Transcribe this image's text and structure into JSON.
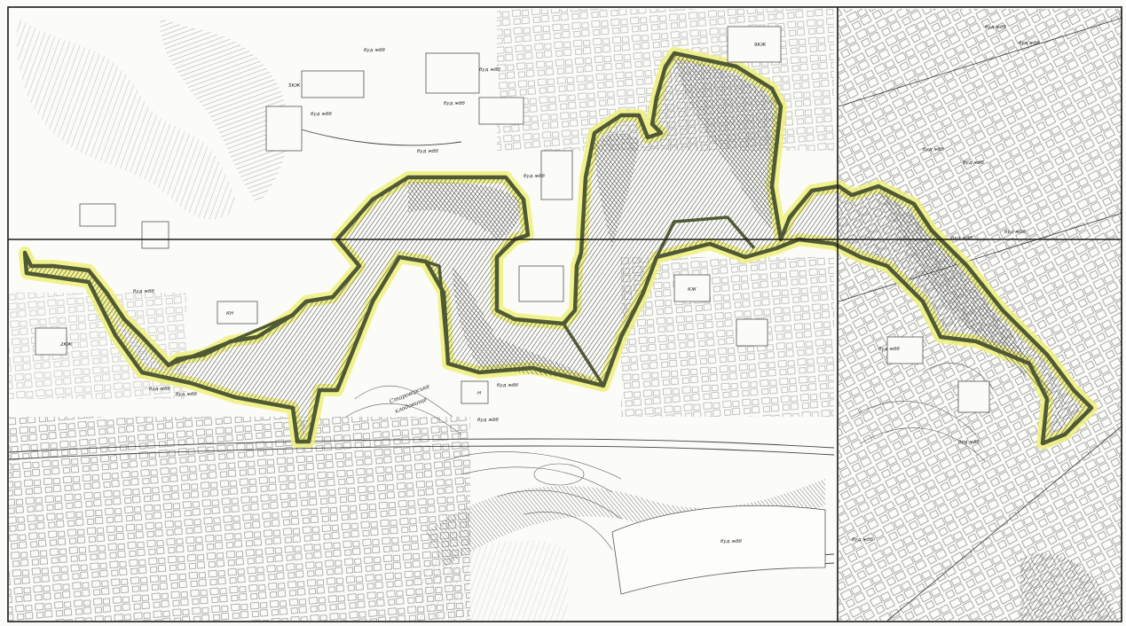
{
  "map": {
    "labels": {
      "bud_generic": "буд жбб",
      "label_a": "буд жбб",
      "label_b": "буд жбб",
      "label_c": "буд жбб",
      "label_d": "буд жбб",
      "label_e": "буд жбб",
      "label_f": "буд жбб",
      "label_g": "буд жбб",
      "label_h": "буд жбб",
      "label_i": "буд жбб",
      "label_j": "буд жбб",
      "label_k": "буд жбб",
      "label_l": "буд жбб",
      "label_m": "буд жбб",
      "label_n": "буд жбб",
      "label_o": "буд жбб",
      "label_p": "буд жбб",
      "label_q": "буд жбб",
      "label_r": "буд жбб",
      "label_s": "буд жбб",
      "label_t": "буд жбб",
      "label_u": "буд жбб",
      "old_cemetery_1": "Старовірське",
      "old_cemetery_2": "кладовище",
      "kn": "КН",
      "kzh": "КЖ",
      "2kzh": "2КЖ",
      "5kzh": "5КЖ",
      "9kzh": "9КЖ",
      "n": "Н"
    },
    "colors": {
      "boundary": "#4f5a34",
      "highlight": "#eef07a",
      "hatch": "#3d3d3d",
      "linework": "#555555",
      "sheet_grid": "#1a1a1a"
    }
  }
}
